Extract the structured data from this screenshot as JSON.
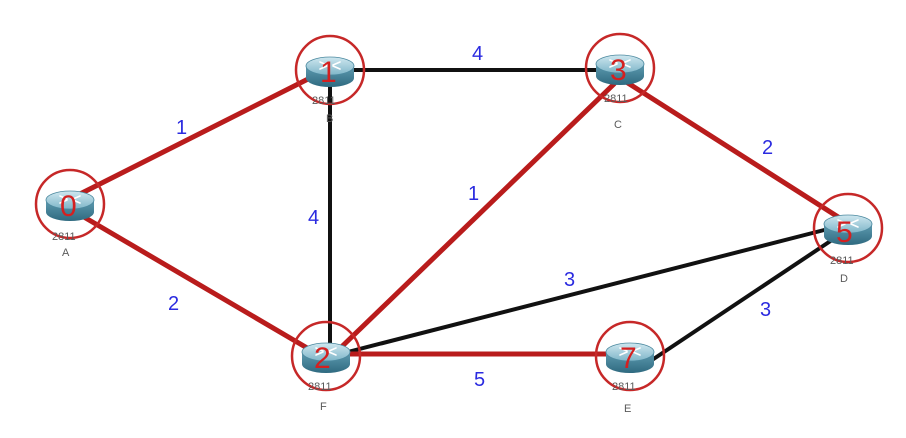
{
  "colors": {
    "highlight_edge": "#b91c1c",
    "plain_edge": "#111111",
    "weight_text": "#2b2be0",
    "distance_text": "#d42020",
    "node_ring": "#c62828"
  },
  "nodes": {
    "A": {
      "letter": "A",
      "model": "2811",
      "distance": "0"
    },
    "B": {
      "letter": "B",
      "model": "2811",
      "distance": "1"
    },
    "C": {
      "letter": "C",
      "model": "2811",
      "distance": "3"
    },
    "D": {
      "letter": "D",
      "model": "2811",
      "distance": "5"
    },
    "E": {
      "letter": "E",
      "model": "2811",
      "distance": "7"
    },
    "F": {
      "letter": "F",
      "model": "2811",
      "distance": "2"
    }
  },
  "edges": {
    "AB": {
      "weight": "1",
      "highlighted": true
    },
    "AF": {
      "weight": "2",
      "highlighted": true
    },
    "BC": {
      "weight": "4",
      "highlighted": false
    },
    "BF": {
      "weight": "4",
      "highlighted": false
    },
    "FC": {
      "weight": "1",
      "highlighted": true
    },
    "CD": {
      "weight": "2",
      "highlighted": true
    },
    "FD": {
      "weight": "3",
      "highlighted": false
    },
    "FE": {
      "weight": "5",
      "highlighted": true
    },
    "ED": {
      "weight": "3",
      "highlighted": false
    }
  }
}
